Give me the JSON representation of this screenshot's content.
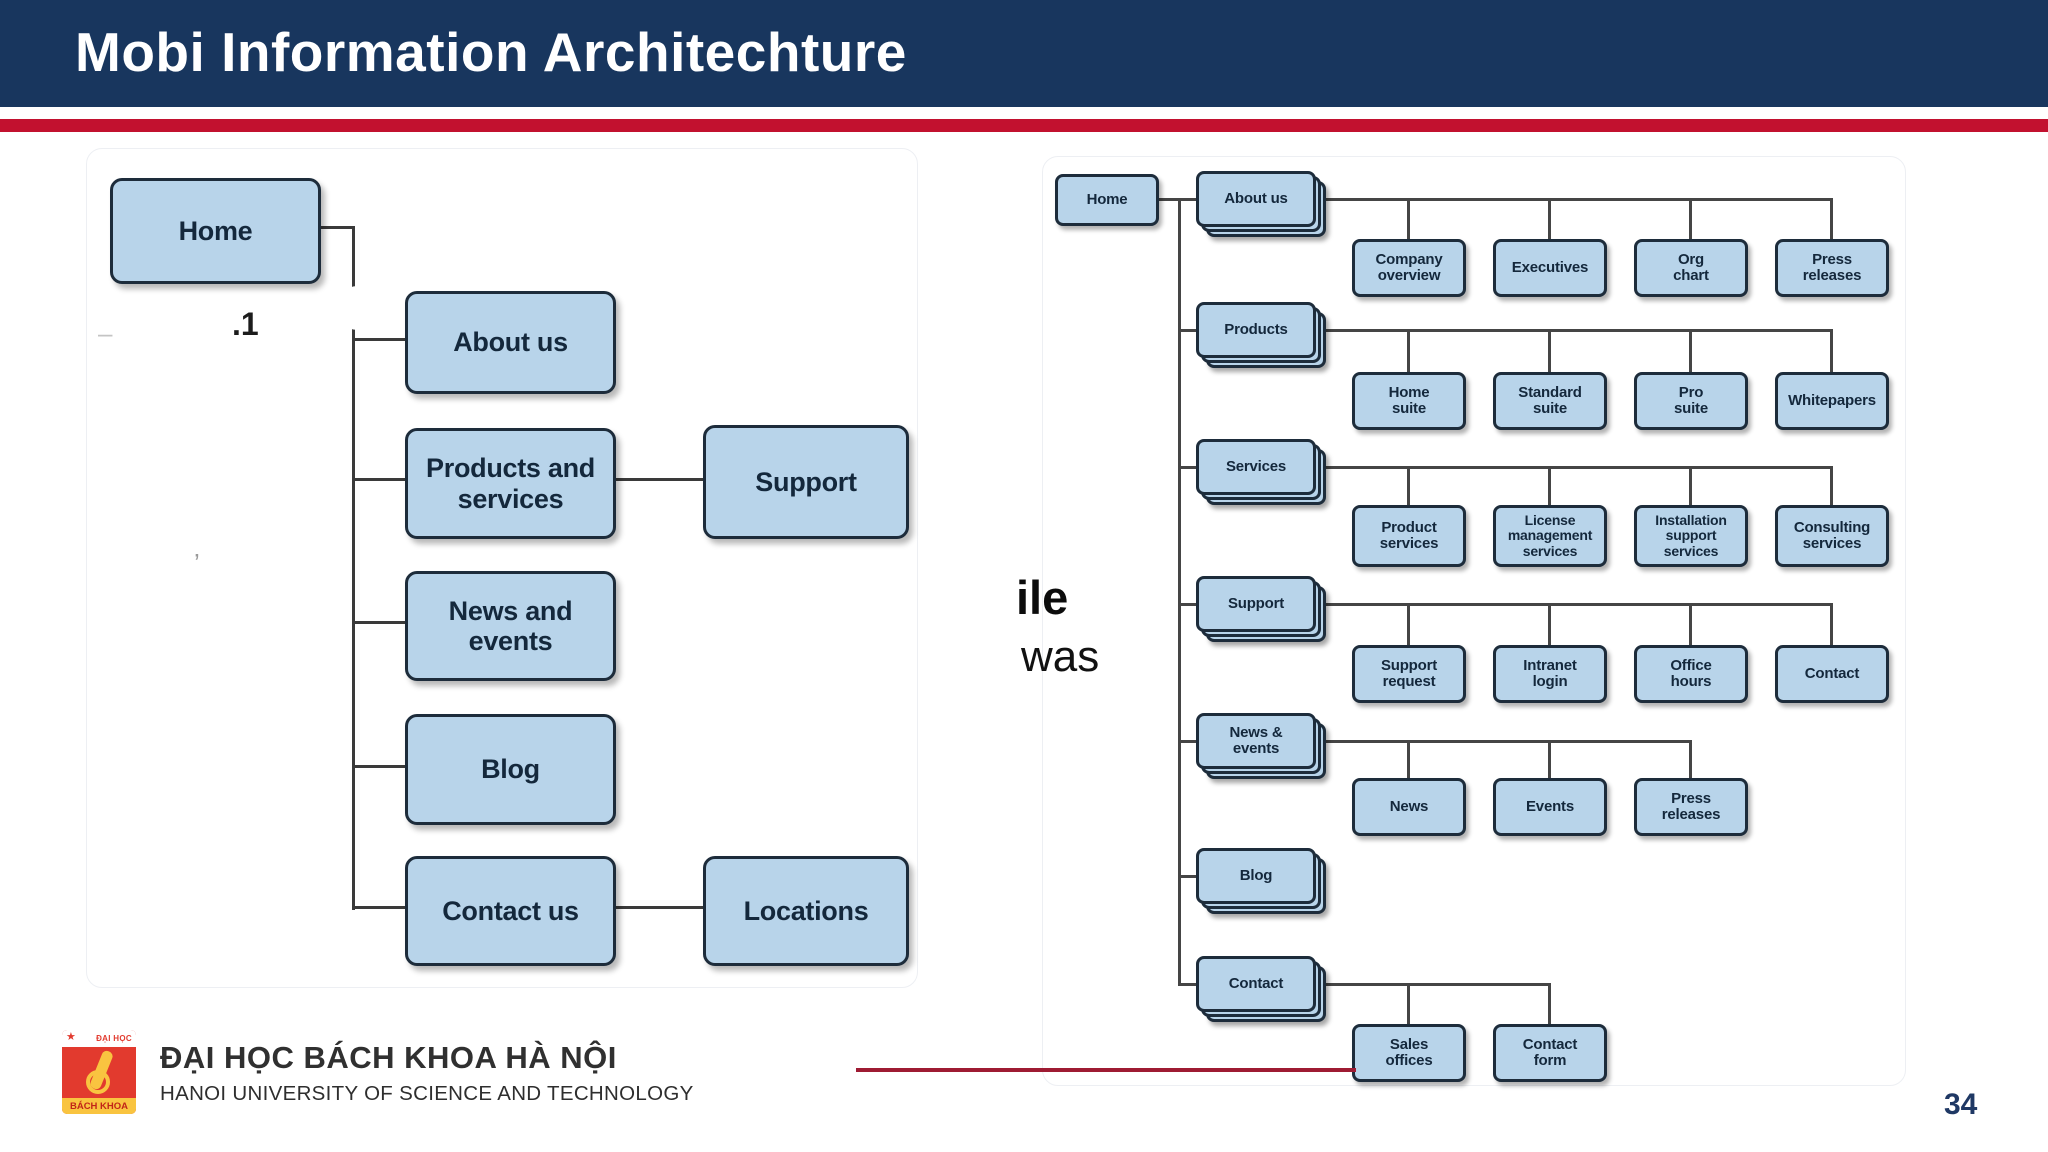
{
  "header": {
    "title": "Mobi Information Architechture"
  },
  "colors": {
    "header_bg": "#18365e",
    "top_rule_red": "#c2112f",
    "footer_rule_red": "#9e1b33",
    "node_fill": "#b8d4ea",
    "node_border": "#1d2c3b",
    "node_text": "#14283c",
    "connector": "#454545",
    "logo_red": "#e23a2e",
    "logo_yellow": "#f9c440",
    "page_number_color": "#1f3864"
  },
  "left_diagram": {
    "nodes": {
      "home": "Home",
      "about": "About us",
      "products": "Products and\nservices",
      "support": "Support",
      "news": "News and\nevents",
      "blog": "Blog",
      "contact": "Contact us",
      "locations": "Locations"
    },
    "fragments": {
      "frag1": ".1",
      "frag2": "–",
      "frag3": "’"
    }
  },
  "right_diagram": {
    "home": "Home",
    "sections": [
      {
        "label": "About us",
        "children": [
          "Company\noverview",
          "Executives",
          "Org\nchart",
          "Press\nreleases"
        ]
      },
      {
        "label": "Products",
        "children": [
          "Home\nsuite",
          "Standard\nsuite",
          "Pro\nsuite",
          "Whitepapers"
        ]
      },
      {
        "label": "Services",
        "children": [
          "Product\nservices",
          "License\nmanagement\nservices",
          "Installation\nsupport\nservices",
          "Consulting\nservices"
        ]
      },
      {
        "label": "Support",
        "children": [
          "Support\nrequest",
          "Intranet\nlogin",
          "Office\nhours",
          "Contact"
        ]
      },
      {
        "label": "News &\nevents",
        "children": [
          "News",
          "Events",
          "Press\nreleases"
        ]
      },
      {
        "label": "Blog",
        "children": []
      },
      {
        "label": "Contact",
        "children": [
          "Sales\noffices",
          "Contact\nform"
        ]
      }
    ],
    "fragments": {
      "line1": "ile",
      "line2": "was"
    }
  },
  "footer": {
    "logo_top": "ĐẠI HỌC",
    "logo_bottom": "BÁCH KHOA",
    "logo_star": "★",
    "university_vi": "ĐẠI HỌC BÁCH KHOA HÀ NỘI",
    "university_en": "HANOI UNIVERSITY OF SCIENCE AND TECHNOLOGY",
    "page_number": "34"
  }
}
